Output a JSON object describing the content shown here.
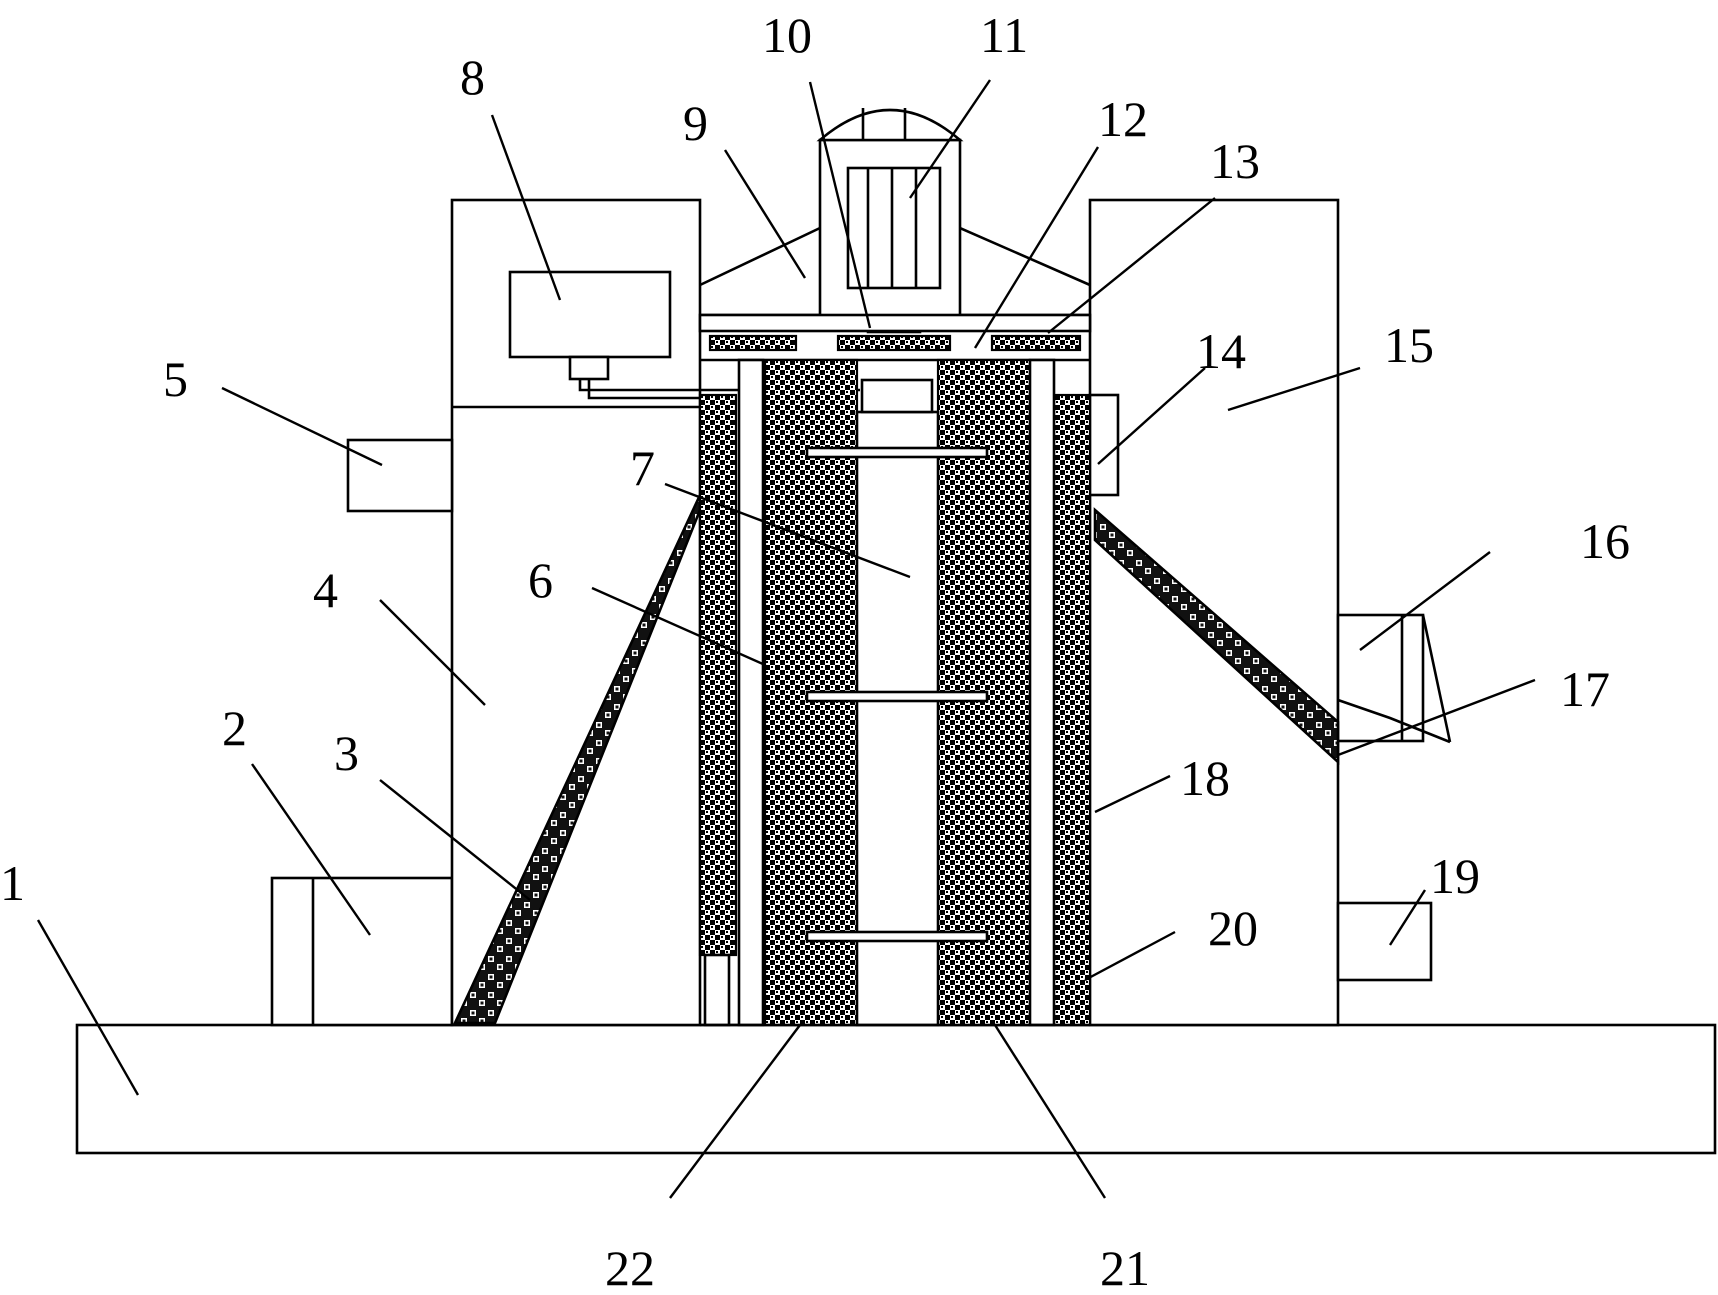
{
  "diagram": {
    "labels": [
      {
        "id": "1",
        "text": "1"
      },
      {
        "id": "2",
        "text": "2"
      },
      {
        "id": "3",
        "text": "3"
      },
      {
        "id": "4",
        "text": "4"
      },
      {
        "id": "5",
        "text": "5"
      },
      {
        "id": "6",
        "text": "6"
      },
      {
        "id": "7",
        "text": "7"
      },
      {
        "id": "8",
        "text": "8"
      },
      {
        "id": "9",
        "text": "9"
      },
      {
        "id": "10",
        "text": "10"
      },
      {
        "id": "11",
        "text": "11"
      },
      {
        "id": "12",
        "text": "12"
      },
      {
        "id": "13",
        "text": "13"
      },
      {
        "id": "14",
        "text": "14"
      },
      {
        "id": "15",
        "text": "15"
      },
      {
        "id": "16",
        "text": "16"
      },
      {
        "id": "17",
        "text": "17"
      },
      {
        "id": "18",
        "text": "18"
      },
      {
        "id": "19",
        "text": "19"
      },
      {
        "id": "20",
        "text": "20"
      },
      {
        "id": "21",
        "text": "21"
      },
      {
        "id": "22",
        "text": "22"
      }
    ]
  }
}
